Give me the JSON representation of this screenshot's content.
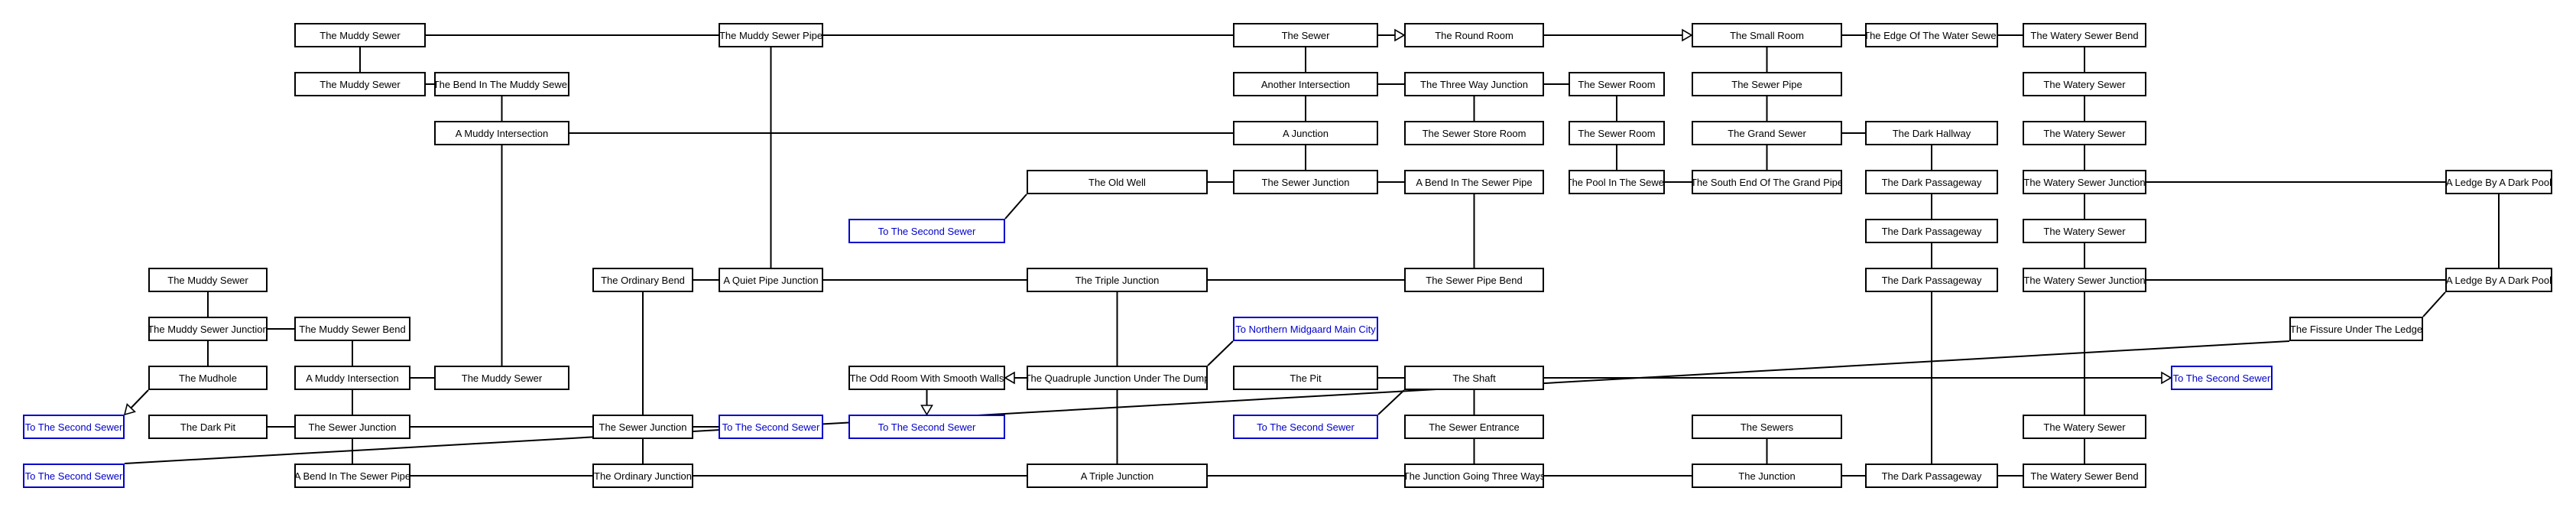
{
  "colors": {
    "room_border": "#000000",
    "room_text": "#000000",
    "exit_border": "#0000cc",
    "exit_text": "#0000cc",
    "background": "#ffffff"
  },
  "nodes": [
    {
      "id": "n1",
      "label": "The Muddy Sewer",
      "kind": "room"
    },
    {
      "id": "n2",
      "label": "The Muddy Sewer Pipe",
      "kind": "room"
    },
    {
      "id": "n3",
      "label": "The Sewer",
      "kind": "room"
    },
    {
      "id": "n4",
      "label": "The Round Room",
      "kind": "room"
    },
    {
      "id": "n5",
      "label": "The Small Room",
      "kind": "room"
    },
    {
      "id": "n6",
      "label": "The Edge Of The Water Sewer",
      "kind": "room"
    },
    {
      "id": "n7",
      "label": "The Watery Sewer Bend",
      "kind": "room"
    },
    {
      "id": "n8",
      "label": "The Muddy Sewer",
      "kind": "room"
    },
    {
      "id": "n9",
      "label": "The Bend In The Muddy Sewer",
      "kind": "room"
    },
    {
      "id": "n10",
      "label": "Another Intersection",
      "kind": "room"
    },
    {
      "id": "n11",
      "label": "The Three Way Junction",
      "kind": "room"
    },
    {
      "id": "n12",
      "label": "The Sewer Room",
      "kind": "room"
    },
    {
      "id": "n13",
      "label": "The Sewer Pipe",
      "kind": "room"
    },
    {
      "id": "n14",
      "label": "The Watery Sewer",
      "kind": "room"
    },
    {
      "id": "n15",
      "label": "A Muddy Intersection",
      "kind": "room"
    },
    {
      "id": "n16",
      "label": "A Junction",
      "kind": "room"
    },
    {
      "id": "n17",
      "label": "The Sewer Store Room",
      "kind": "room"
    },
    {
      "id": "n18",
      "label": "The Sewer Room",
      "kind": "room"
    },
    {
      "id": "n19",
      "label": "The Grand Sewer",
      "kind": "room"
    },
    {
      "id": "n20",
      "label": "The Dark Hallway",
      "kind": "room"
    },
    {
      "id": "n21",
      "label": "The Watery Sewer",
      "kind": "room"
    },
    {
      "id": "n22",
      "label": "The Old Well",
      "kind": "room"
    },
    {
      "id": "n23",
      "label": "The Sewer Junction",
      "kind": "room"
    },
    {
      "id": "n24",
      "label": "A Bend In The Sewer Pipe",
      "kind": "room"
    },
    {
      "id": "n25",
      "label": "The Pool In The Sewer",
      "kind": "room"
    },
    {
      "id": "n26",
      "label": "The South End Of The Grand Pipe",
      "kind": "room"
    },
    {
      "id": "n27",
      "label": "The Dark Passageway",
      "kind": "room"
    },
    {
      "id": "n28",
      "label": "The Watery Sewer Junction",
      "kind": "room"
    },
    {
      "id": "n29",
      "label": "A Ledge By A Dark Pool",
      "kind": "room"
    },
    {
      "id": "n30",
      "label": "To The Second Sewer",
      "kind": "exit"
    },
    {
      "id": "n31",
      "label": "The Dark Passageway",
      "kind": "room"
    },
    {
      "id": "n32",
      "label": "The Watery Sewer",
      "kind": "room"
    },
    {
      "id": "n33",
      "label": "The Muddy Sewer",
      "kind": "room"
    },
    {
      "id": "n34",
      "label": "The Ordinary Bend",
      "kind": "room"
    },
    {
      "id": "n35",
      "label": "A Quiet Pipe Junction",
      "kind": "room"
    },
    {
      "id": "n36",
      "label": "The Triple Junction",
      "kind": "room"
    },
    {
      "id": "n37",
      "label": "The Sewer Pipe Bend",
      "kind": "room"
    },
    {
      "id": "n38",
      "label": "The Dark Passageway",
      "kind": "room"
    },
    {
      "id": "n39",
      "label": "The Watery Sewer Junction",
      "kind": "room"
    },
    {
      "id": "n40",
      "label": "A Ledge By A Dark Pool",
      "kind": "room"
    },
    {
      "id": "n41",
      "label": "The Muddy Sewer Junction",
      "kind": "room"
    },
    {
      "id": "n42",
      "label": "The Muddy Sewer Bend",
      "kind": "room"
    },
    {
      "id": "n43",
      "label": "To Northern Midgaard Main City",
      "kind": "exit"
    },
    {
      "id": "n44",
      "label": "The Fissure Under The Ledge",
      "kind": "room"
    },
    {
      "id": "n45",
      "label": "The Mudhole",
      "kind": "room"
    },
    {
      "id": "n46",
      "label": "A Muddy Intersection",
      "kind": "room"
    },
    {
      "id": "n47",
      "label": "The Muddy Sewer",
      "kind": "room"
    },
    {
      "id": "n48",
      "label": "The Odd Room With Smooth Walls",
      "kind": "room"
    },
    {
      "id": "n49",
      "label": "The Quadruple Junction Under The Dump",
      "kind": "room"
    },
    {
      "id": "n50",
      "label": "The Pit",
      "kind": "room"
    },
    {
      "id": "n51",
      "label": "The Shaft",
      "kind": "room"
    },
    {
      "id": "n52",
      "label": "To The Second Sewer",
      "kind": "exit"
    },
    {
      "id": "n53",
      "label": "To The Second Sewer",
      "kind": "exit"
    },
    {
      "id": "n54",
      "label": "The Dark Pit",
      "kind": "room"
    },
    {
      "id": "n55",
      "label": "The Sewer Junction",
      "kind": "room"
    },
    {
      "id": "n56",
      "label": "The Sewer Junction",
      "kind": "room"
    },
    {
      "id": "n57",
      "label": "To The Second Sewer",
      "kind": "exit"
    },
    {
      "id": "n58",
      "label": "To The Second Sewer",
      "kind": "exit"
    },
    {
      "id": "n59",
      "label": "To The Second Sewer",
      "kind": "exit"
    },
    {
      "id": "n60",
      "label": "The Sewer Entrance",
      "kind": "room"
    },
    {
      "id": "n61",
      "label": "The Sewers",
      "kind": "room"
    },
    {
      "id": "n62",
      "label": "The Watery Sewer",
      "kind": "room"
    },
    {
      "id": "n63",
      "label": "To The Second Sewer",
      "kind": "exit"
    },
    {
      "id": "n64",
      "label": "A Bend In The Sewer Pipe",
      "kind": "room"
    },
    {
      "id": "n65",
      "label": "The Ordinary Junction",
      "kind": "room"
    },
    {
      "id": "n66",
      "label": "A Triple Junction",
      "kind": "room"
    },
    {
      "id": "n67",
      "label": "The Junction Going Three Ways",
      "kind": "room"
    },
    {
      "id": "n68",
      "label": "The Junction",
      "kind": "room"
    },
    {
      "id": "n69",
      "label": "The Dark Passageway",
      "kind": "room"
    },
    {
      "id": "n70",
      "label": "The Watery Sewer Bend",
      "kind": "room"
    }
  ],
  "edges": [
    {
      "from": "n1",
      "to": "n2",
      "arrow": false
    },
    {
      "from": "n2",
      "to": "n3",
      "arrow": false
    },
    {
      "from": "n3",
      "to": "n4",
      "arrow": true
    },
    {
      "from": "n4",
      "to": "n5",
      "arrow": true
    },
    {
      "from": "n5",
      "to": "n6",
      "arrow": false
    },
    {
      "from": "n6",
      "to": "n7",
      "arrow": false
    },
    {
      "from": "n1",
      "to": "n8",
      "arrow": false
    },
    {
      "from": "n8",
      "to": "n9",
      "arrow": false
    },
    {
      "from": "n9",
      "to": "n15",
      "arrow": false
    },
    {
      "from": "n3",
      "to": "n10",
      "arrow": false
    },
    {
      "from": "n10",
      "to": "n11",
      "arrow": false
    },
    {
      "from": "n11",
      "to": "n12",
      "arrow": false
    },
    {
      "from": "n11",
      "to": "n17",
      "arrow": false
    },
    {
      "from": "n12",
      "to": "n18",
      "arrow": false
    },
    {
      "from": "n18",
      "to": "n25",
      "arrow": false
    },
    {
      "from": "n25",
      "to": "n26",
      "arrow": false
    },
    {
      "from": "n5",
      "to": "n13",
      "arrow": false
    },
    {
      "from": "n13",
      "to": "n19",
      "arrow": false
    },
    {
      "from": "n19",
      "to": "n20",
      "arrow": false
    },
    {
      "from": "n19",
      "to": "n26",
      "arrow": false
    },
    {
      "from": "n20",
      "to": "n27",
      "arrow": false
    },
    {
      "from": "n27",
      "to": "n31",
      "arrow": false
    },
    {
      "from": "n31",
      "to": "n38",
      "arrow": false
    },
    {
      "from": "n38",
      "to": "n69",
      "arrow": false
    },
    {
      "from": "n7",
      "to": "n14",
      "arrow": false
    },
    {
      "from": "n14",
      "to": "n21",
      "arrow": false
    },
    {
      "from": "n21",
      "to": "n28",
      "arrow": false
    },
    {
      "from": "n28",
      "to": "n29",
      "arrow": false
    },
    {
      "from": "n28",
      "to": "n32",
      "arrow": false
    },
    {
      "from": "n32",
      "to": "n39",
      "arrow": false
    },
    {
      "from": "n29",
      "to": "n40",
      "arrow": false
    },
    {
      "from": "n39",
      "to": "n40",
      "arrow": false
    },
    {
      "from": "n39",
      "to": "n62",
      "arrow": false
    },
    {
      "from": "n62",
      "to": "n70",
      "arrow": false
    },
    {
      "from": "n40",
      "to": "n44",
      "arrow": false
    },
    {
      "from": "n44",
      "to": "n63",
      "arrow": false
    },
    {
      "from": "n15",
      "to": "n16",
      "arrow": false
    },
    {
      "from": "n15",
      "to": "n47",
      "arrow": false
    },
    {
      "from": "n10",
      "to": "n16",
      "arrow": false
    },
    {
      "from": "n16",
      "to": "n23",
      "arrow": false
    },
    {
      "from": "n22",
      "to": "n23",
      "arrow": false
    },
    {
      "from": "n23",
      "to": "n24",
      "arrow": false
    },
    {
      "from": "n22",
      "to": "n30",
      "arrow": false
    },
    {
      "from": "n24",
      "to": "n37",
      "arrow": false
    },
    {
      "from": "n2",
      "to": "n35",
      "arrow": false
    },
    {
      "from": "n34",
      "to": "n35",
      "arrow": false
    },
    {
      "from": "n35",
      "to": "n36",
      "arrow": false
    },
    {
      "from": "n36",
      "to": "n37",
      "arrow": false
    },
    {
      "from": "n36",
      "to": "n49",
      "arrow": false
    },
    {
      "from": "n49",
      "to": "n48",
      "arrow": true
    },
    {
      "from": "n49",
      "to": "n43",
      "arrow": false
    },
    {
      "from": "n49",
      "to": "n66",
      "arrow": false
    },
    {
      "from": "n48",
      "to": "n58",
      "arrow": true
    },
    {
      "from": "n50",
      "to": "n59",
      "arrow": true
    },
    {
      "from": "n51",
      "to": "n60",
      "arrow": false
    },
    {
      "from": "n51",
      "to": "n52",
      "arrow": false
    },
    {
      "from": "n60",
      "to": "n67",
      "arrow": false
    },
    {
      "from": "n33",
      "to": "n41",
      "arrow": false
    },
    {
      "from": "n41",
      "to": "n42",
      "arrow": false
    },
    {
      "from": "n41",
      "to": "n45",
      "arrow": false
    },
    {
      "from": "n45",
      "to": "n53",
      "arrow": true
    },
    {
      "from": "n42",
      "to": "n46",
      "arrow": false
    },
    {
      "from": "n46",
      "to": "n47",
      "arrow": false
    },
    {
      "from": "n46",
      "to": "n55",
      "arrow": false
    },
    {
      "from": "n54",
      "to": "n55",
      "arrow": false
    },
    {
      "from": "n54",
      "to": "n57",
      "arrow": false
    },
    {
      "from": "n55",
      "to": "n56",
      "arrow": false
    },
    {
      "from": "n55",
      "to": "n64",
      "arrow": false
    },
    {
      "from": "n34",
      "to": "n56",
      "arrow": false
    },
    {
      "from": "n56",
      "to": "n65",
      "arrow": false
    },
    {
      "from": "n64",
      "to": "n65",
      "arrow": false
    },
    {
      "from": "n65",
      "to": "n66",
      "arrow": false
    },
    {
      "from": "n66",
      "to": "n67",
      "arrow": false
    },
    {
      "from": "n67",
      "to": "n68",
      "arrow": false
    },
    {
      "from": "n61",
      "to": "n68",
      "arrow": false
    },
    {
      "from": "n68",
      "to": "n69",
      "arrow": false
    },
    {
      "from": "n69",
      "to": "n70",
      "arrow": false
    }
  ]
}
